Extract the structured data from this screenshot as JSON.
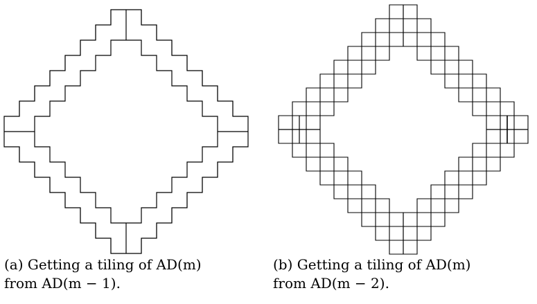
{
  "figures": [
    {
      "id": "a",
      "caption": "(a) Getting a tiling of AD(m)\nfrom AD(m − 1)."
    },
    {
      "id": "b",
      "caption": "(b) Getting a tiling of AD(m)\nfrom AD(m − 2)."
    }
  ],
  "colors": {
    "line": "#000000",
    "background": "#ffffff"
  }
}
